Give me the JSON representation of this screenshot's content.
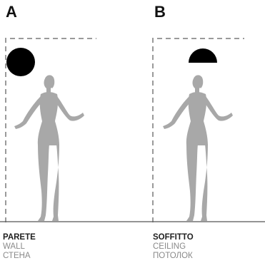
{
  "panels": [
    {
      "letter": "A",
      "mount": "wall",
      "caption": {
        "title": "PARETE",
        "english": "WALL",
        "russian": "СТЕНА"
      }
    },
    {
      "letter": "B",
      "mount": "ceiling",
      "caption": {
        "title": "SOFFITTO",
        "english": "CEILING",
        "russian": "ПОТОЛОК"
      }
    }
  ],
  "colors": {
    "text": "#111111",
    "caption_secondary": "#8a8a8a",
    "dashed_outline": "#9a9a9a",
    "figure": "#a8a8a8",
    "lamp": "#000000",
    "floor": "#555555"
  }
}
